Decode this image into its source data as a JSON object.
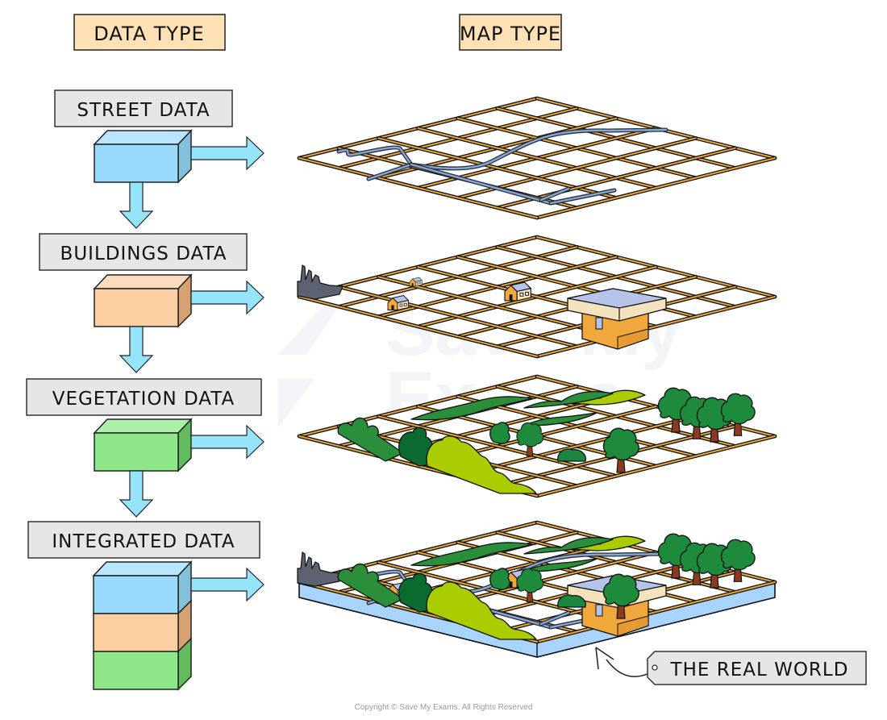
{
  "headers": {
    "data_type": "DATA TYPE",
    "map_type": "MAP TYPE"
  },
  "data_layers": [
    {
      "id": "street",
      "label": "STREET DATA",
      "color": "#99dbff",
      "side_color": "#84c0da"
    },
    {
      "id": "buildings",
      "label": "BUILDINGS DATA",
      "color": "#fdcfa3",
      "side_color": "#d7a273"
    },
    {
      "id": "vegetation",
      "label": "VEGETATION DATA",
      "color": "#8fe68a",
      "side_color": "#62bb5f"
    },
    {
      "id": "integrated",
      "label": "INTEGRATED DATA",
      "stack": [
        "#99dbff",
        "#fdcfa3",
        "#8fe68a"
      ]
    }
  ],
  "map_layers": [
    {
      "id": "street-map",
      "features": [
        "roads"
      ]
    },
    {
      "id": "buildings-map",
      "features": [
        "houses",
        "factory",
        "large-building"
      ]
    },
    {
      "id": "vegetation-map",
      "features": [
        "trees",
        "bushes",
        "hedges"
      ]
    },
    {
      "id": "integrated-map",
      "features": [
        "roads",
        "houses",
        "factory",
        "large-building",
        "trees",
        "bushes",
        "hedges",
        "ground-base"
      ]
    }
  ],
  "callout": {
    "label": "THE REAL WORLD"
  },
  "watermark": {
    "line1": "Save My",
    "line2": "Exams"
  },
  "copyright": "Copyright © Save My Exams. All Rights Reserved",
  "colors": {
    "header_fill": "#fee2b6",
    "label_fill": "#e6e6e6",
    "arrow": "#95e4fa",
    "grid_line": "#e6a63c",
    "road": "#8ea6c8",
    "ground": "#a9d4fd",
    "tree": "#1e8a3c",
    "bush_light": "#aacc00",
    "bush_dark": "#0b6a30"
  }
}
